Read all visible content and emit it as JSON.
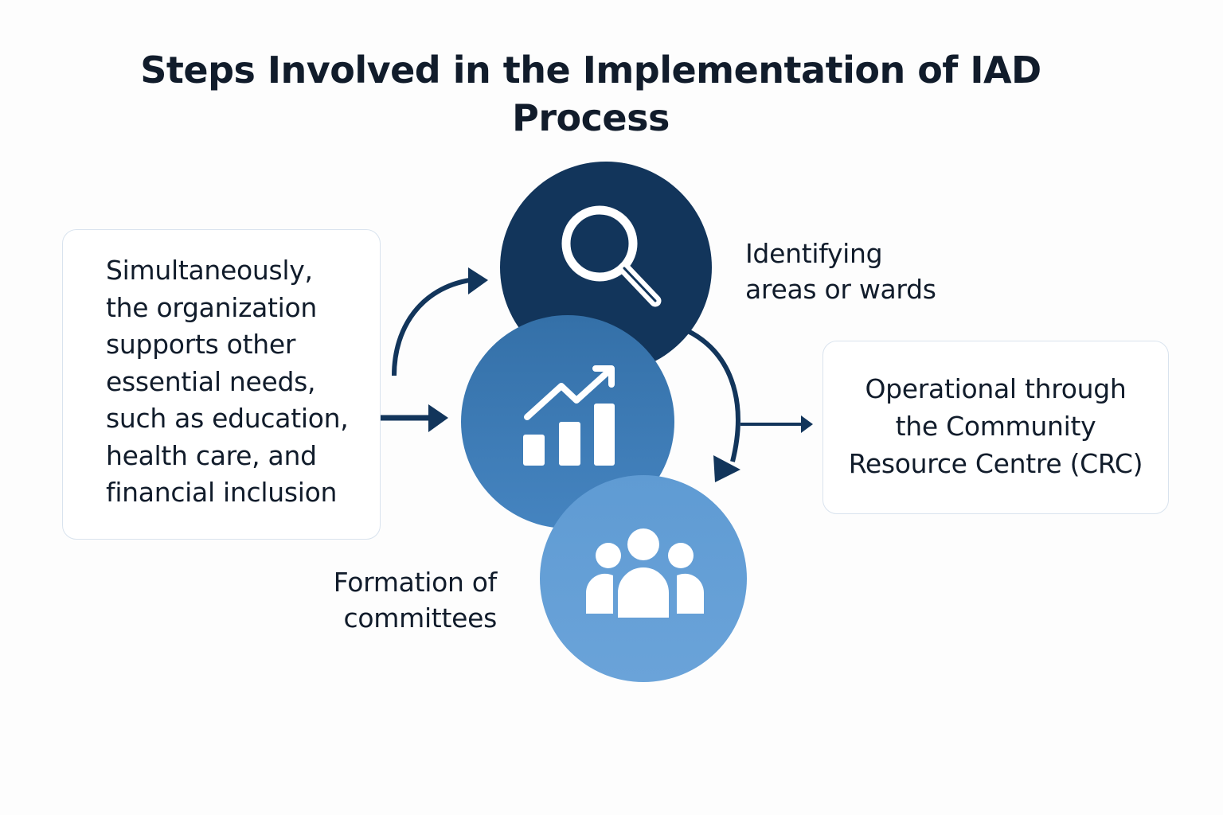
{
  "title": {
    "lines": [
      "Steps Involved in the Implementation of IAD",
      "Process"
    ]
  },
  "left_box": {
    "lines": [
      "Simultaneously,",
      "the organization",
      "supports other",
      "essential needs,",
      "such as education,",
      "health care, and",
      "financial inclusion"
    ]
  },
  "steps": [
    {
      "icon": "search-icon",
      "label_lines": [
        "Identifying",
        "areas or wards"
      ],
      "color": "#12355b"
    },
    {
      "icon": "growth-chart-icon",
      "color": "#3b7ab3"
    },
    {
      "icon": "group-icon",
      "label_lines": [
        "Formation of",
        "committees"
      ],
      "color": "#659fd6"
    }
  ],
  "right_box": {
    "lines": [
      "Operational through",
      "the Community",
      "Resource Centre (CRC)"
    ]
  },
  "colors": {
    "arrow": "#12355b",
    "text": "#111c2b"
  }
}
